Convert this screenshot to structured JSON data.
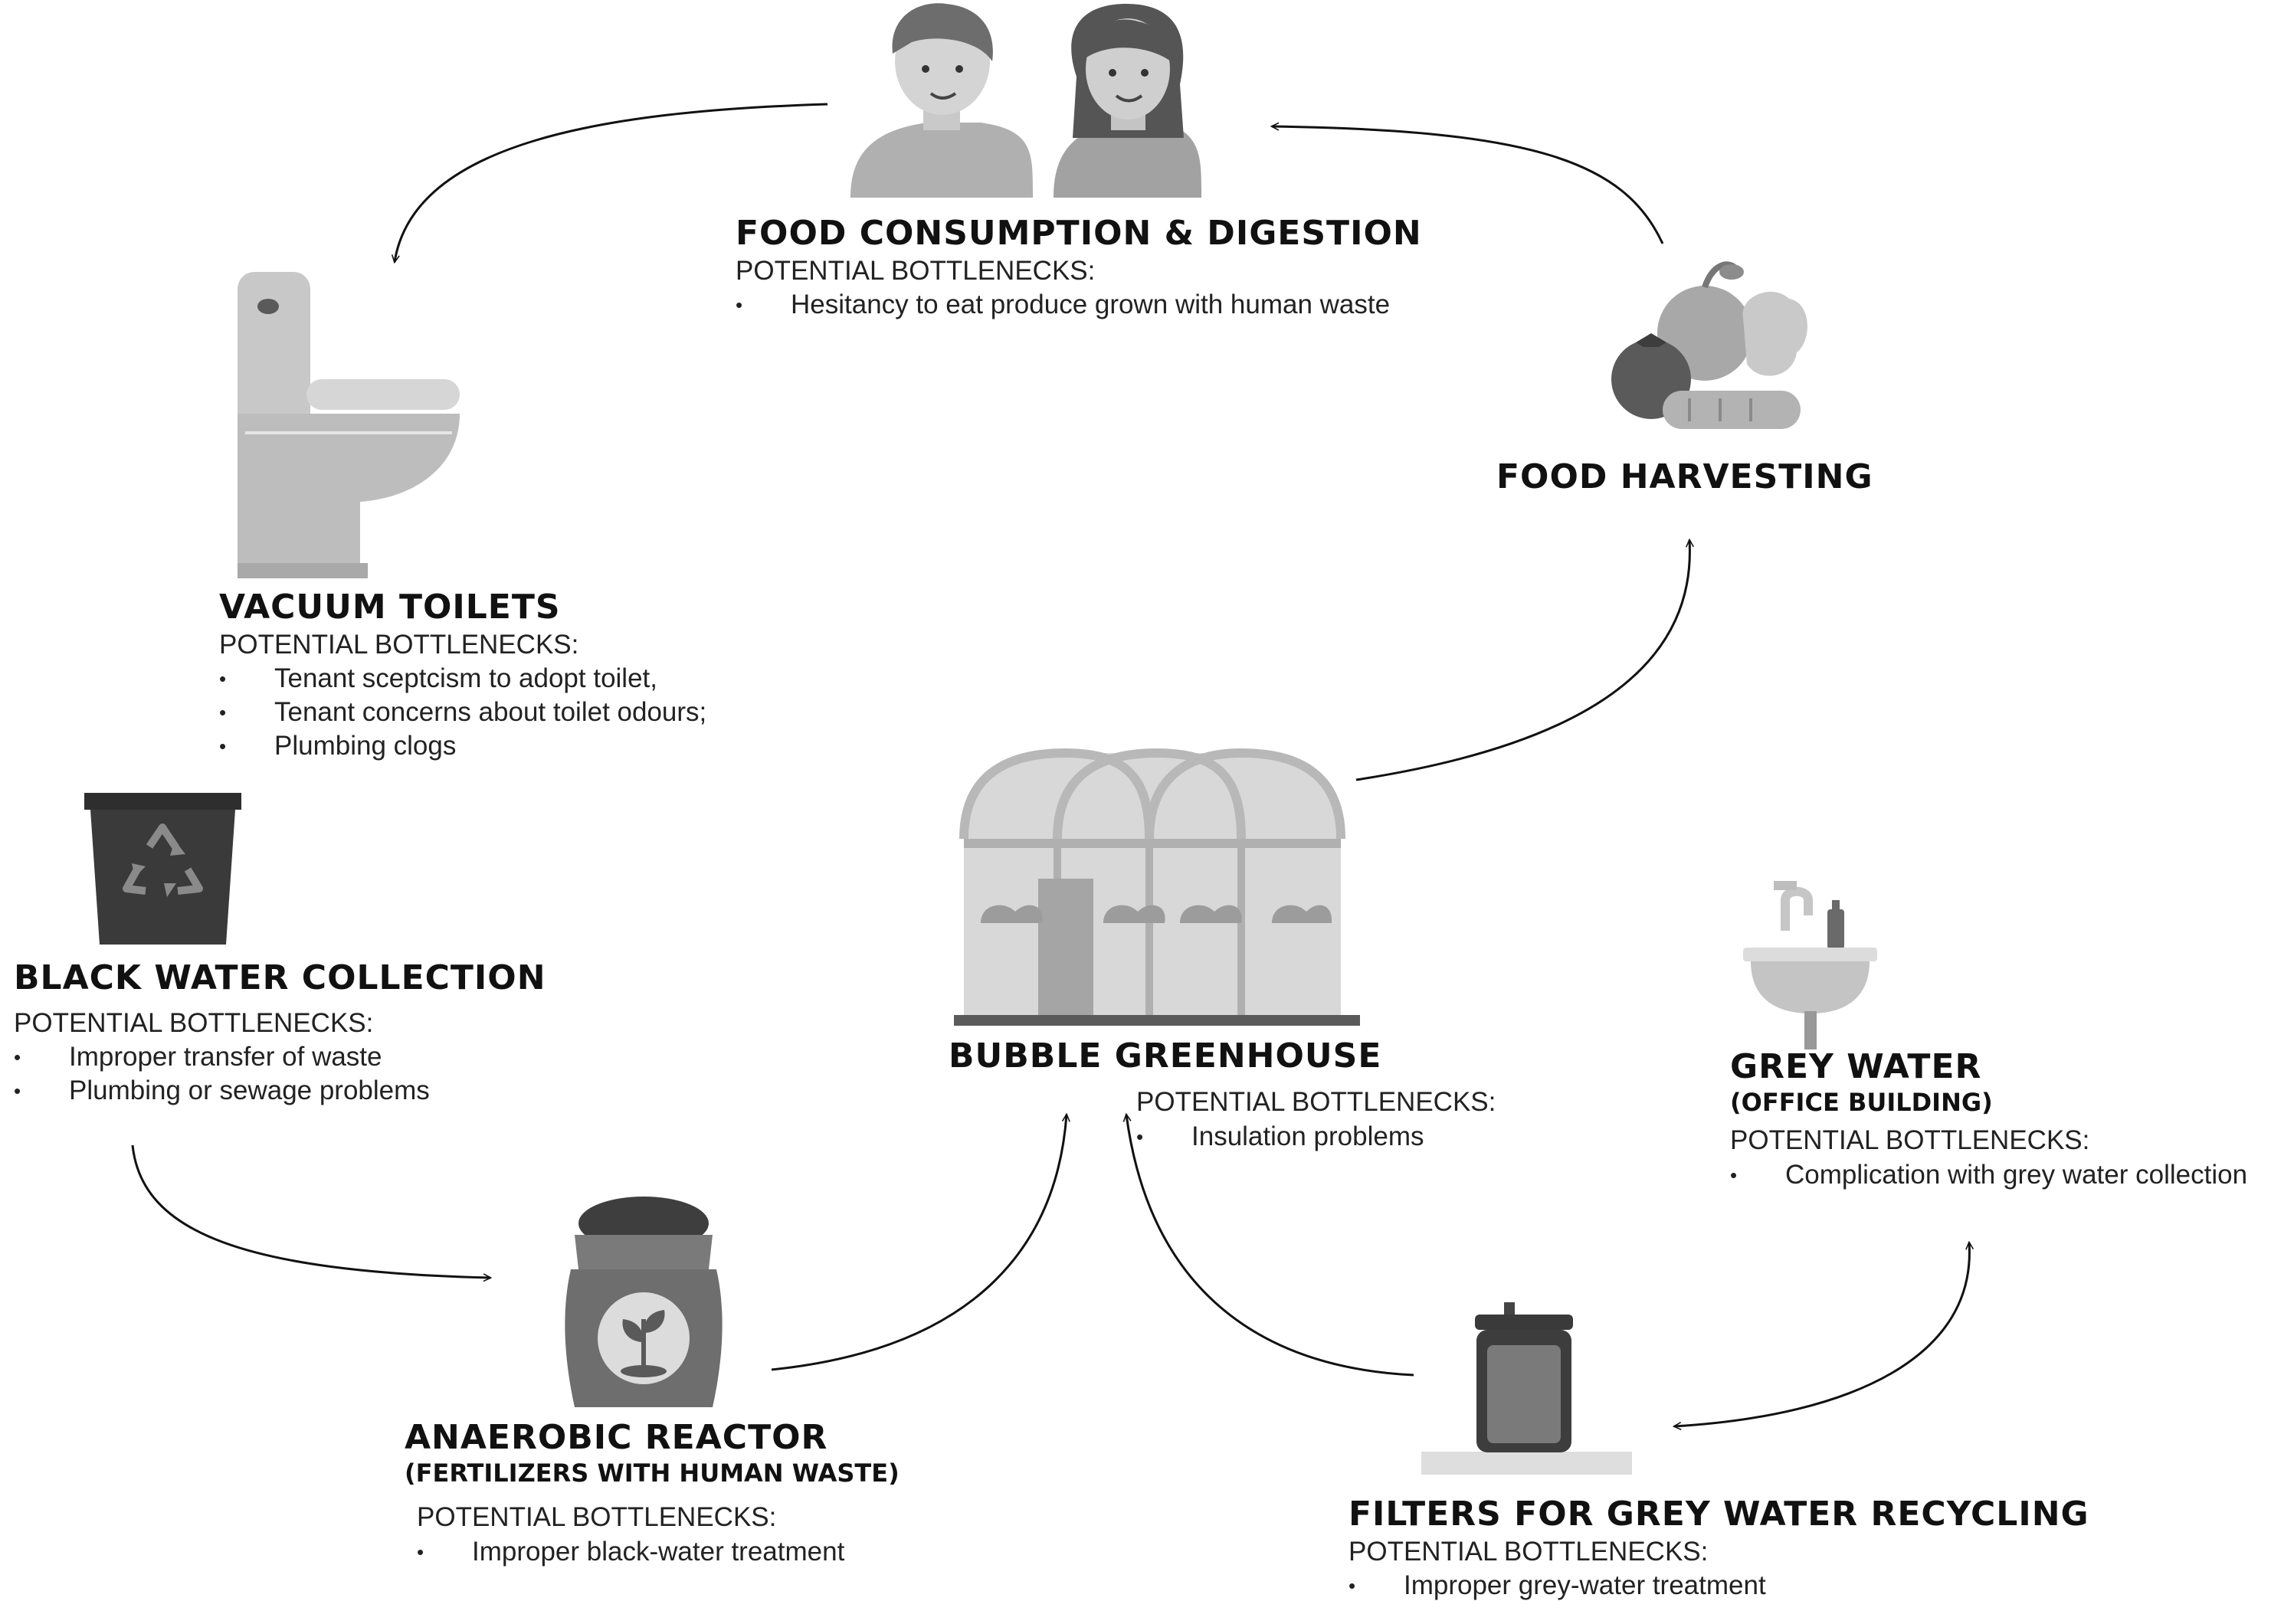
{
  "diagram": {
    "bottleneck_label": "POTENTIAL BOTTLENECKS:",
    "nodes": {
      "food_consumption": {
        "title": "FOOD CONSUMPTION & DIGESTION",
        "bottlenecks": [
          "Hesitancy to eat produce grown with human waste"
        ],
        "icon": "people-icon"
      },
      "food_harvesting": {
        "title": "FOOD HARVESTING",
        "icon": "vegetables-icon"
      },
      "vacuum_toilets": {
        "title": "VACUUM TOILETS",
        "bottlenecks": [
          "Tenant sceptcism to adopt toilet,",
          "Tenant concerns about toilet odours;",
          "Plumbing clogs"
        ],
        "icon": "toilet-icon"
      },
      "black_water": {
        "title": "BLACK WATER COLLECTION",
        "bottlenecks": [
          "Improper transfer of waste",
          "Plumbing or sewage problems"
        ],
        "icon": "recycle-bin-icon"
      },
      "bubble_greenhouse": {
        "title": "BUBBLE GREENHOUSE",
        "bottlenecks": [
          "Insulation problems"
        ],
        "icon": "greenhouse-icon"
      },
      "grey_water": {
        "title": "GREY WATER",
        "subtitle": "(OFFICE BUILDING)",
        "bottlenecks": [
          "Complication with grey water collection"
        ],
        "icon": "sink-icon"
      },
      "anaerobic_reactor": {
        "title": "ANAEROBIC REACTOR",
        "subtitle": "(FERTILIZERS WITH HUMAN WASTE)",
        "bottlenecks": [
          "Improper black-water treatment"
        ],
        "icon": "fertilizer-sack-icon"
      },
      "filters": {
        "title": "FILTERS FOR GREY WATER RECYCLING",
        "bottlenecks": [
          "Improper grey-water treatment"
        ],
        "icon": "water-filter-icon"
      }
    },
    "colors": {
      "arrow": "#111111",
      "icon_light": "#b9b9b9",
      "icon_mid": "#9a9a9a",
      "icon_dark": "#4a4a4a"
    }
  }
}
